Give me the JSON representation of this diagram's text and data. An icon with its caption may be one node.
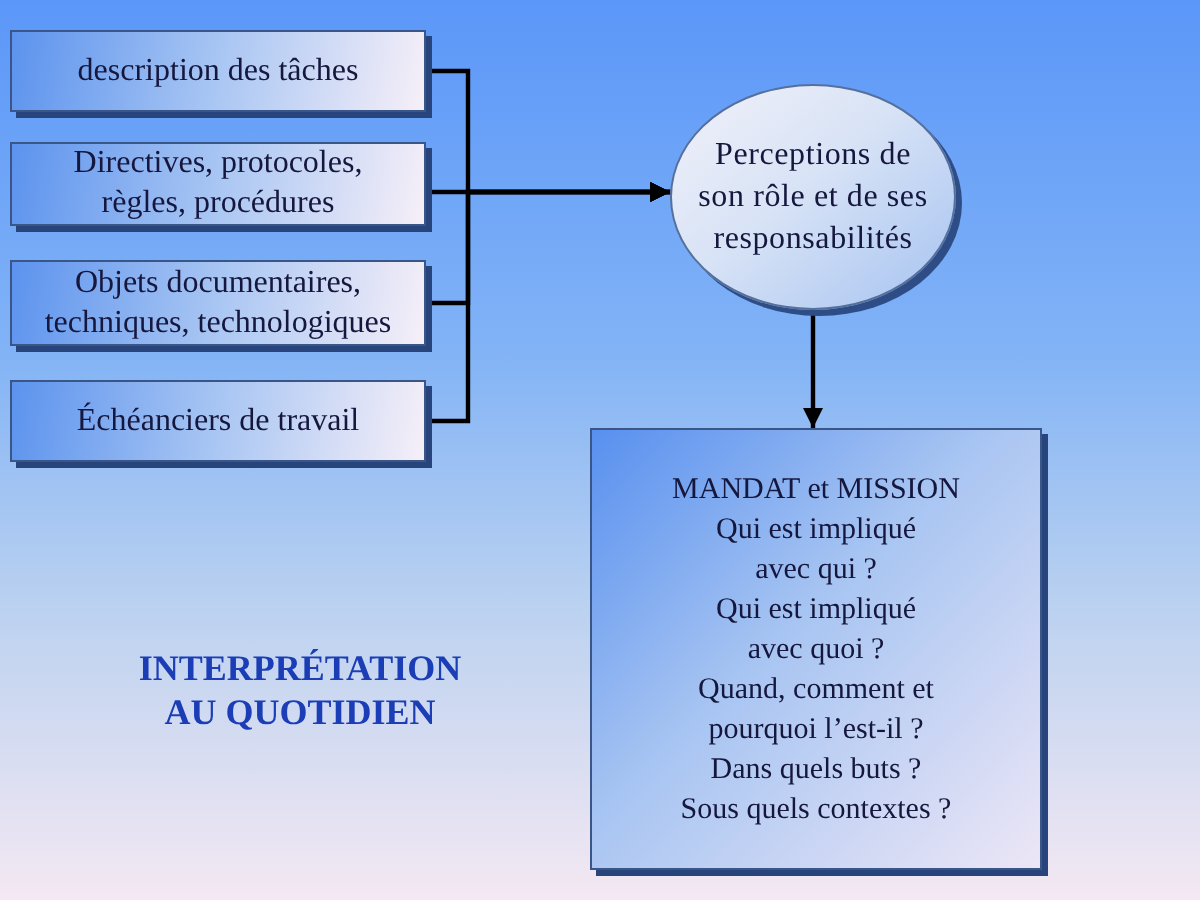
{
  "diagram": {
    "title": "INTERPRÉTATION AU QUOTIDIEN",
    "nodes": [
      {
        "text": [
          "description des tâches"
        ]
      },
      {
        "text": [
          "Directives, protocoles, règles, procédures"
        ]
      },
      {
        "text": [
          "Objets documentaires, techniques, technologiques"
        ]
      },
      {
        "text": [
          "Échéanciers de travail"
        ]
      },
      {
        "text": [
          "Perceptions de son rôle et de ses responsabilités"
        ]
      },
      {
        "text": [
          "MANDAT et MISSION",
          "Qui est impliqué avec qui ?",
          "Qui est impliqué avec quoi ?",
          "Quand, comment et pourquoi l’est-il ?",
          "Dans quels buts ?",
          "Sous quels contextes ?"
        ]
      }
    ],
    "edges": [
      {
        "from": 0,
        "to": 4,
        "arrow": "to"
      },
      {
        "from": 1,
        "to": 4,
        "arrow": "to"
      },
      {
        "from": 2,
        "to": 4,
        "arrow": "to"
      },
      {
        "from": 3,
        "to": 4,
        "arrow": "to"
      },
      {
        "from": 4,
        "to": 5,
        "arrow": "to"
      }
    ]
  }
}
